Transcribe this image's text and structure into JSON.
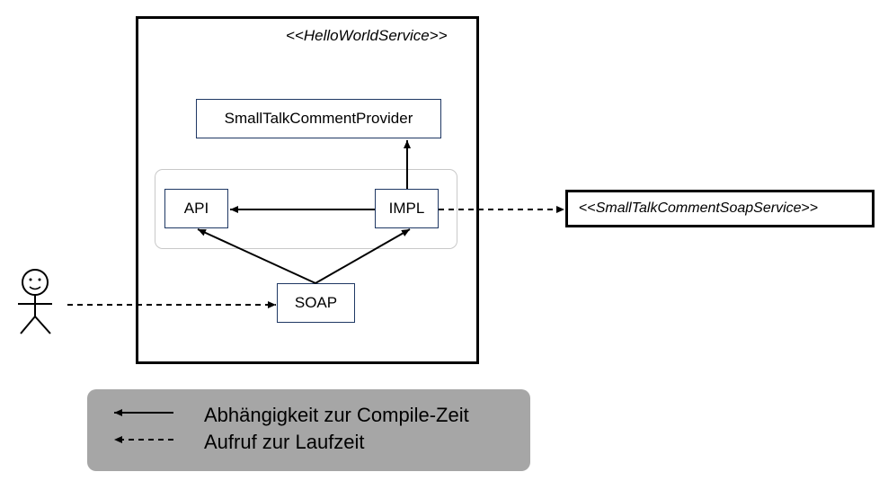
{
  "diagram": {
    "service": {
      "stereotype": "<<HelloWorldService>>"
    },
    "components": {
      "provider": "SmallTalkCommentProvider",
      "api": "API",
      "impl": "IMPL",
      "soap": "SOAP"
    },
    "external_service": {
      "prefix": "<<",
      "name": "SmallTalkCommentSoapService",
      "suffix": ">>"
    }
  },
  "legend": {
    "compile_time": "Abhängigkeit zur Compile-Zeit",
    "runtime": "Aufruf zur Laufzeit"
  },
  "colors": {
    "box_border": "#1f3864",
    "group_border": "#c9c9c9",
    "legend_bg": "#a6a6a6"
  }
}
